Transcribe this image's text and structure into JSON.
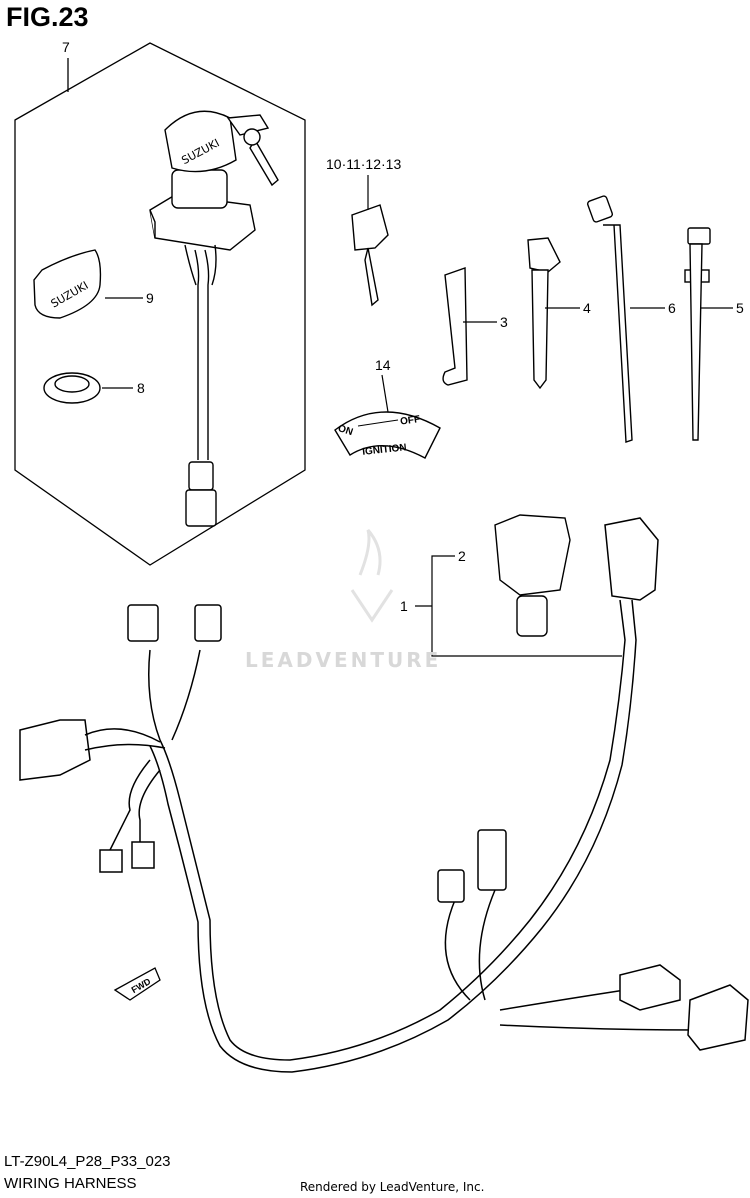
{
  "figure": {
    "title": "FIG.23",
    "code": "LT-Z90L4_P28_P33_023",
    "name": "WIRING HARNESS",
    "rendered_by": "Rendered by LeadVenture, Inc.",
    "watermark": "LEADVENTURE"
  },
  "callouts": {
    "c1": "1",
    "c2": "2",
    "c3": "3",
    "c4": "4",
    "c5": "5",
    "c6": "6",
    "c7": "7",
    "c8": "8",
    "c9": "9",
    "c10_13": "10·11·12·13",
    "c14": "14"
  },
  "decal": {
    "on": "ON",
    "off": "OFF",
    "ignition": "IGNITION"
  },
  "fwd_label": "FWD",
  "key_brand": "SUZUKI",
  "colors": {
    "ink": "#000000",
    "watermark": "#d8d8d8"
  }
}
